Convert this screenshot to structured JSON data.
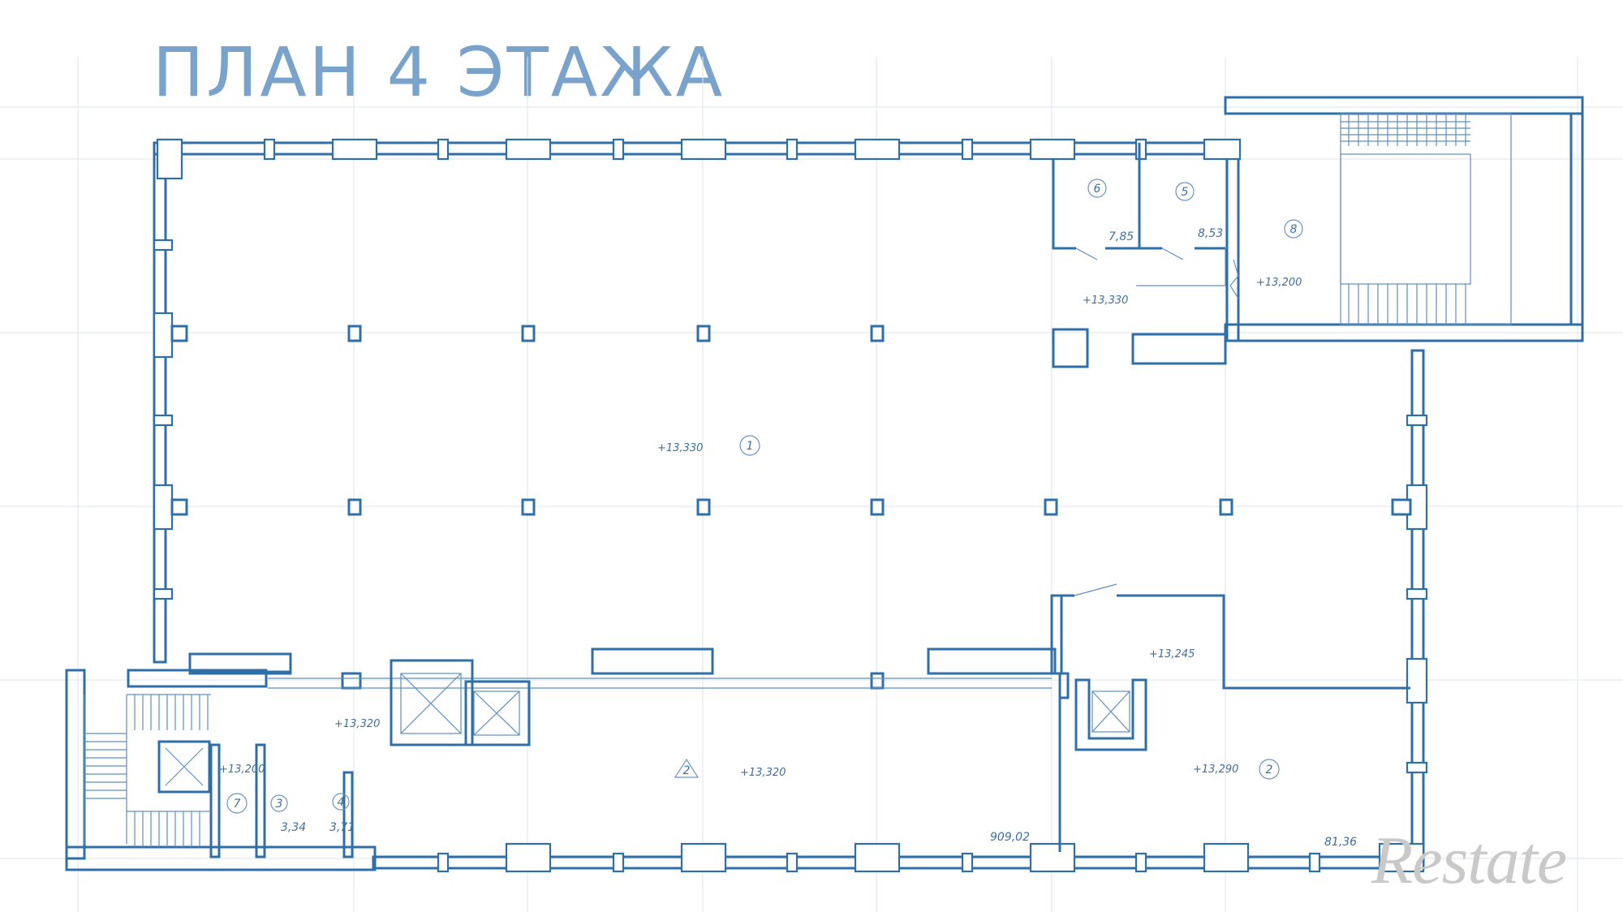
{
  "title": "ПЛАН 4 ЭТАЖА",
  "logo": "Restate",
  "rooms": [
    {
      "number": "1",
      "level": "+13,330"
    },
    {
      "number": "2",
      "level": "+13,320"
    },
    {
      "number": "2",
      "level": "+13,290",
      "area": "81,36"
    },
    {
      "number": "3",
      "area": "3,34"
    },
    {
      "number": "4",
      "area": "3,71"
    },
    {
      "number": "5",
      "area": "8,53"
    },
    {
      "number": "6",
      "area": "7,85"
    },
    {
      "number": "7",
      "level": "+13,200"
    },
    {
      "number": "8",
      "level": "+13,200"
    }
  ],
  "levels": {
    "hall_top": "+13,330",
    "corridor_left": "+13,320",
    "core_right": "+13,245"
  },
  "total_area": "909,02",
  "colors": {
    "wall": "#2f6fa8",
    "title": "#7aa3cc",
    "grid": "#dde6ef",
    "logo": "#c9c9c9"
  }
}
